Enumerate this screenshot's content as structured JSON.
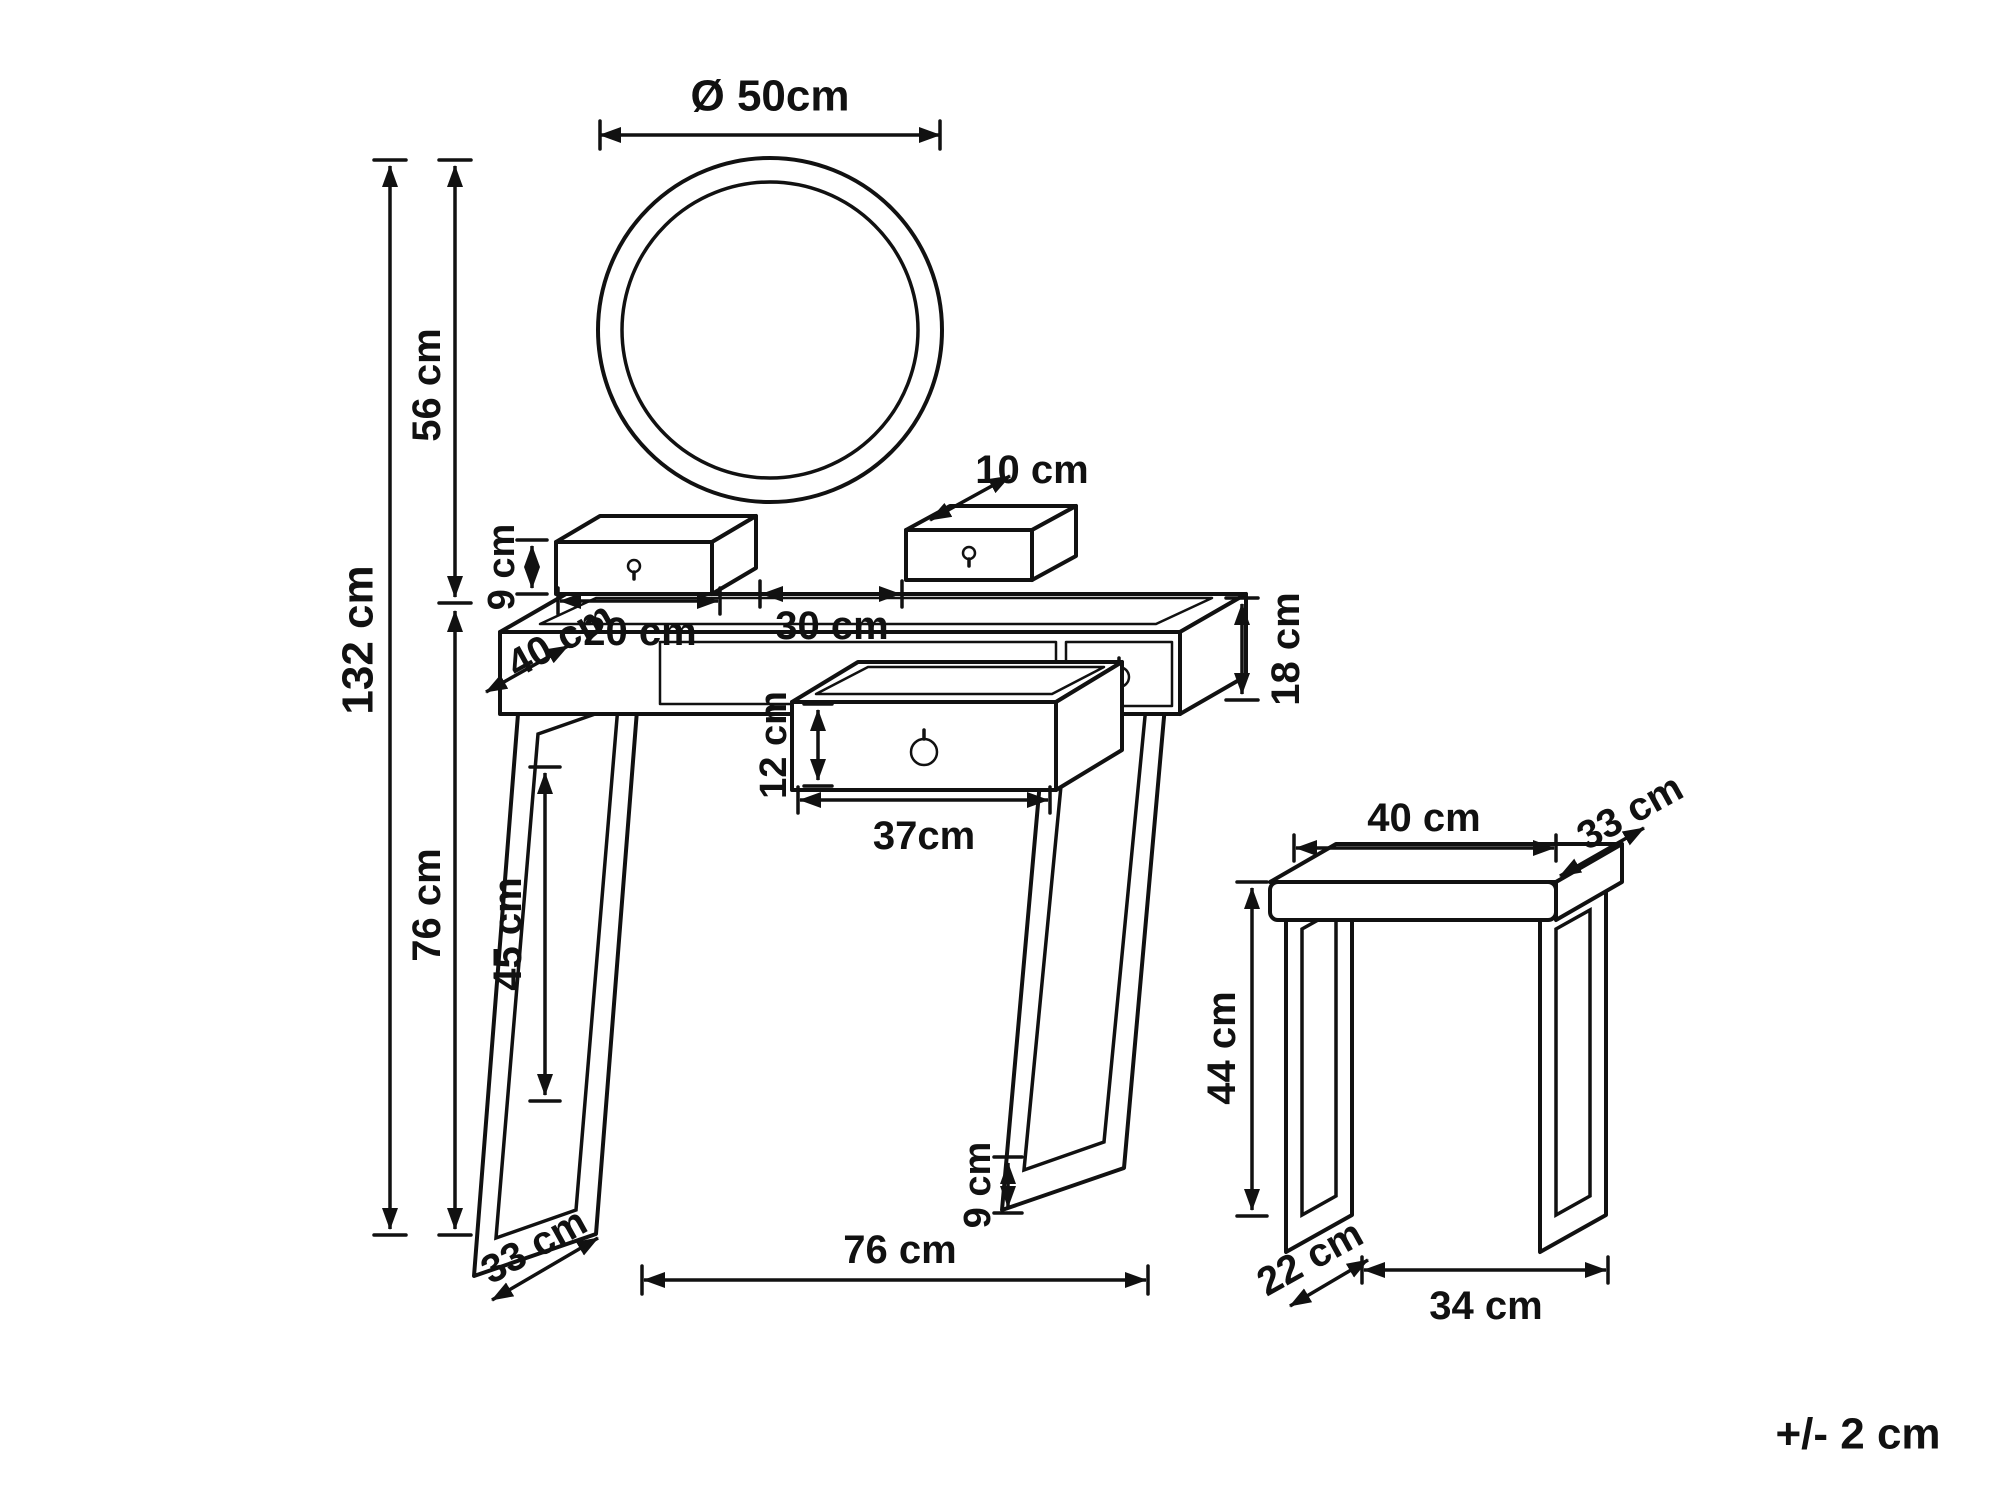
{
  "ink_color": "#111111",
  "note": "+/- 2 cm",
  "table": {
    "mirror_diameter": "Ø 50cm",
    "mirror_section_height": "56 cm",
    "total_height": "132 cm",
    "top_box_height": "9 cm",
    "depth": "40 cm",
    "left_box_width": "20 cm",
    "mirror_gap_width": "30 cm",
    "top_box_depth": "10 cm",
    "apron_height": "18 cm",
    "drawer_height": "12 cm",
    "drawer_width": "37cm",
    "underframe_height": "76 cm",
    "leg_clear_height": "45 cm",
    "base_rail_height": "9 cm",
    "base_depth": "33 cm",
    "base_width": "76 cm"
  },
  "stool": {
    "seat_width": "40 cm",
    "seat_depth": "33 cm",
    "height": "44 cm",
    "base_depth": "22 cm",
    "base_width": "34 cm"
  }
}
